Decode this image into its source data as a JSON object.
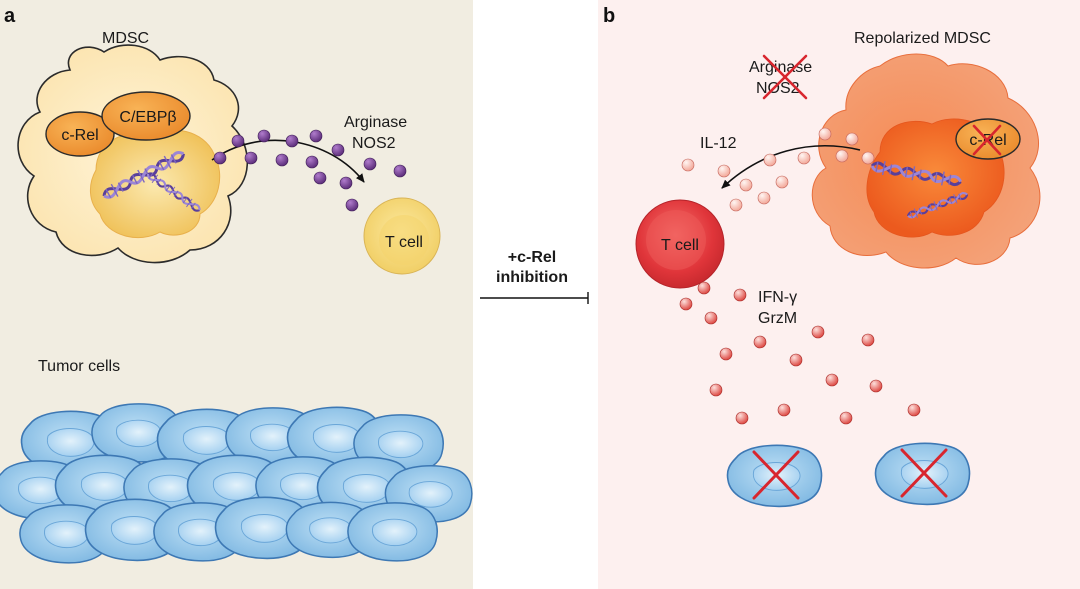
{
  "panel_a": {
    "letter": "a",
    "mdsc_label": "MDSC",
    "crel_label": "c-Rel",
    "cebpb_label": "C/EBPβ",
    "secreted_label_1": "Arginase",
    "secreted_label_2": "NOS2",
    "tcell_label": "T cell",
    "tumor_label": "Tumor cells"
  },
  "center": {
    "line1": "+c-Rel",
    "line2": "inhibition"
  },
  "panel_b": {
    "letter": "b",
    "mdsc_label": "Repolarized MDSC",
    "crossed_label_1": "Arginase",
    "crossed_label_2": "NOS2",
    "il12_label": "IL-12",
    "crel_label": "c-Rel",
    "tcell_label": "T cell",
    "effector_label_1": "IFN-γ",
    "effector_label_2": "GrzM"
  },
  "colors": {
    "panel_a_bg": "#f1ede1",
    "panel_b_bg": "#fdf0ef",
    "dna": "#6a4fa8",
    "purple_dot": "#6e3d8c",
    "tumor_blue": "#8cc3e6",
    "cross_red": "#d8262e",
    "tcell_red": "#e03a3a",
    "mdsc_orange": "#f07a3a"
  }
}
